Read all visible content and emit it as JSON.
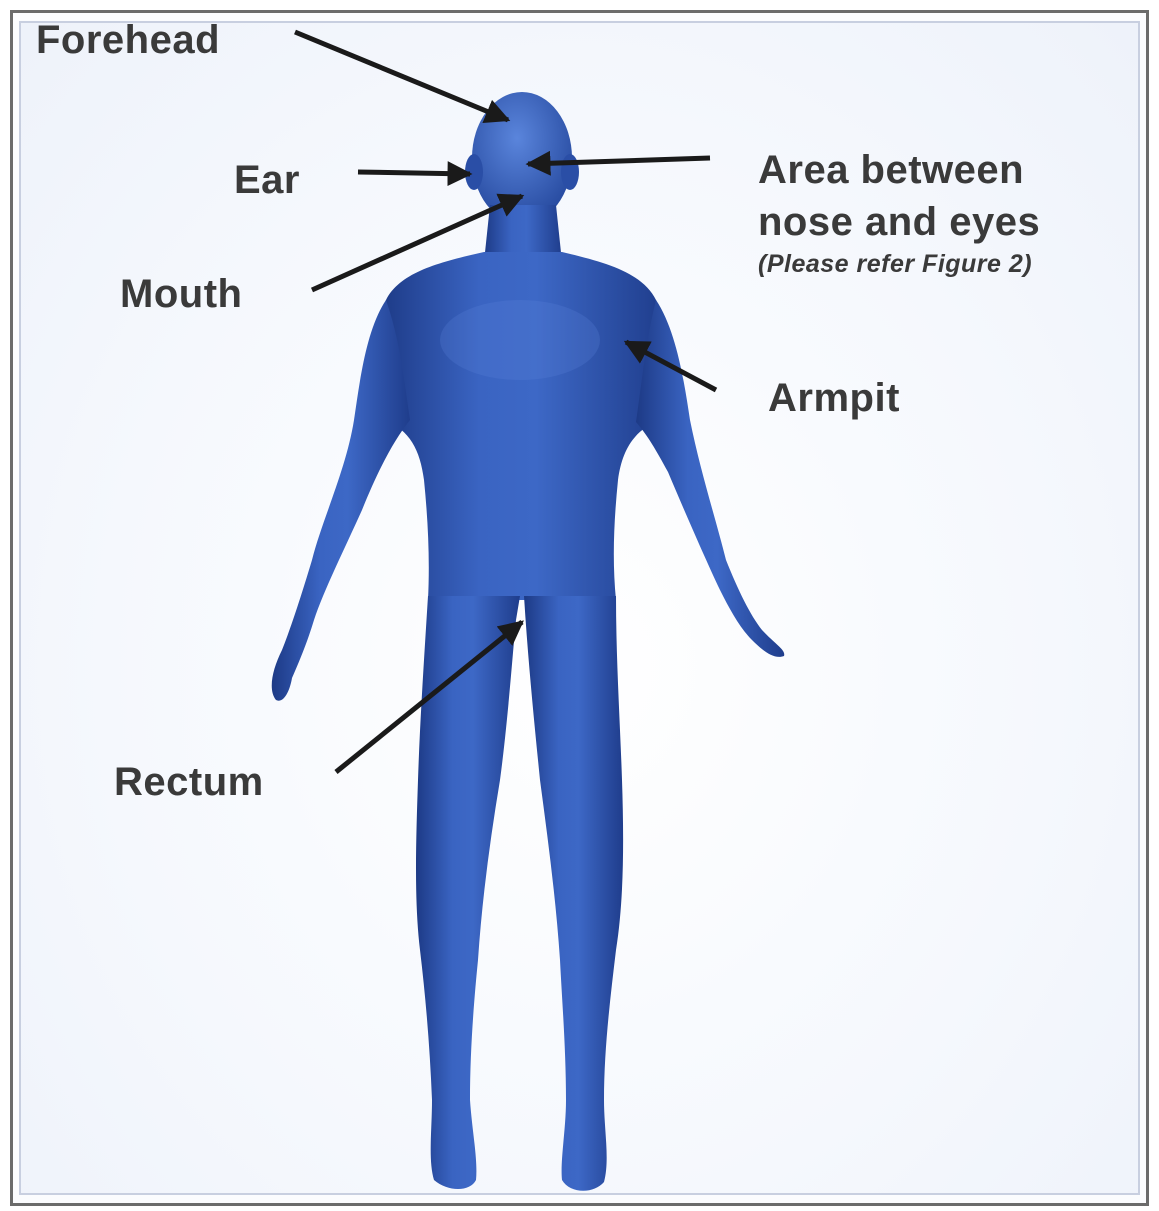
{
  "labels": {
    "forehead": "Forehead",
    "ear": "Ear",
    "mouth": "Mouth",
    "area_line1": "Area between",
    "area_line2": "nose and eyes",
    "area_note": "(Please refer Figure 2)",
    "armpit": "Armpit",
    "rectum": "Rectum"
  },
  "colors": {
    "body_fill": "#2e56b0",
    "body_light": "#4d78d2",
    "body_dark": "#1d3a86",
    "text": "#3a3a3a",
    "arrow": "#1a1a1a"
  }
}
